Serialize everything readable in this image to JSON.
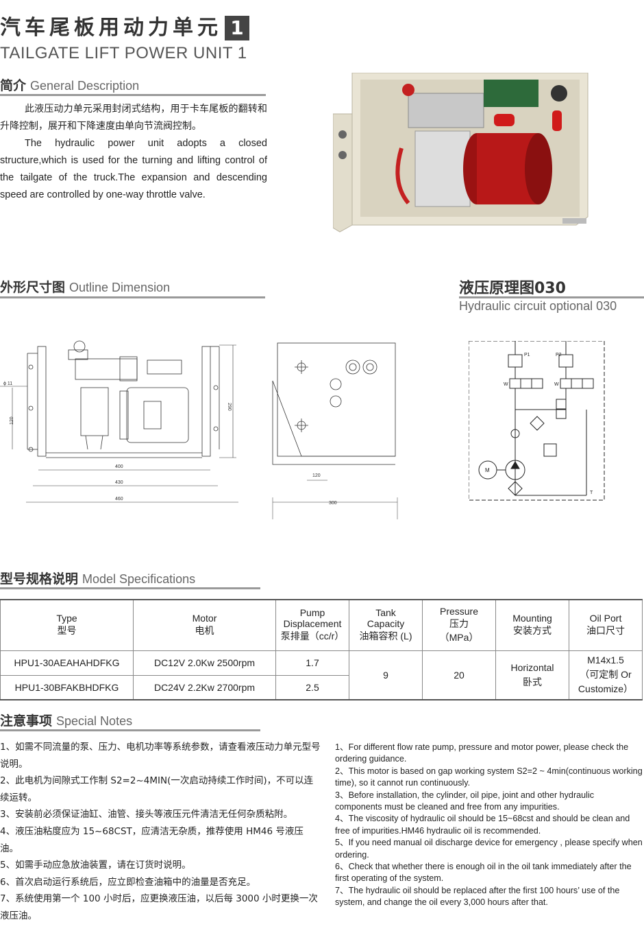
{
  "header": {
    "title_cn": "汽车尾板用动力单元",
    "badge": "1",
    "title_en": "TAILGATE LIFT POWER UNIT 1"
  },
  "general": {
    "title_cn": "简介",
    "title_en": "General Description",
    "text_cn": "此液压动力单元采用封闭式结构，用于卡车尾板的翻转和升降控制，展开和下降速度由单向节流阀控制。",
    "text_en": "The hydraulic power unit adopts a closed structure,which is used for the turning and lifting control of the tailgate of the truck.The expansion and descending speed are controlled by one-way throttle valve."
  },
  "outline": {
    "title_cn": "外形尺寸图",
    "title_en": "Outline Dimension",
    "dims": {
      "d11": "ϕ 11",
      "d120_side": "120",
      "d290": "290",
      "d400": "400",
      "d430": "430",
      "d460": "460",
      "d120_bottom": "120",
      "d300": "300"
    }
  },
  "hydraulic": {
    "title_cn": "液压原理图030",
    "title_en": "Hydraulic circuit optional 030",
    "labels": {
      "p1": "P1",
      "p2": "P2",
      "w": "W",
      "t": "T",
      "m": "M"
    }
  },
  "model": {
    "title_cn": "型号规格说明",
    "title_en": "Model Specifications",
    "headers": {
      "type": [
        "Type",
        "型号"
      ],
      "motor": [
        "Motor",
        "电机"
      ],
      "pump": [
        "Pump",
        "Displacement",
        "泵排量（cc/r）"
      ],
      "tank": [
        "Tank",
        "Capacity",
        "油箱容积 (L)"
      ],
      "pressure": [
        "Pressure",
        "压力",
        "（MPa）"
      ],
      "mounting": [
        "Mounting",
        "安装方式"
      ],
      "port": [
        "Oil Port",
        "油口尺寸"
      ]
    },
    "rows": [
      {
        "type": "HPU1-30AEAHAHDFKG",
        "motor": "DC12V 2.0Kw 2500rpm",
        "pump": "1.7"
      },
      {
        "type": "HPU1-30BFAKBHDFKG",
        "motor": "DC24V 2.2Kw 2700rpm",
        "pump": "2.5"
      }
    ],
    "shared": {
      "tank": "9",
      "pressure": "20",
      "mounting": [
        "Horizontal",
        "卧式"
      ],
      "port": [
        "M14x1.5",
        "（可定制 Or",
        "Customize）"
      ]
    }
  },
  "notes": {
    "title_cn": "注意事项",
    "title_en": "Special Notes",
    "cn": [
      "1、如需不同流量的泵、压力、电机功率等系统参数，请查看液压动力单元型号说明。",
      "2、此电机为间隙式工作制 S2=2~4MIN(一次启动持续工作时间)，不可以连续运转。",
      "3、安装前必须保证油缸、油管、接头等液压元件清洁无任何杂质粘附。",
      "4、液压油粘度应为 15~68CST，应清洁无杂质，推荐使用 HM46 号液压油。",
      "5、如需手动应急放油装置，请在订货时说明。",
      "6、首次启动运行系统后，应立即检查油箱中的油量是否充足。",
      "7、系统使用第一个 100 小时后，应更换液压油，以后每 3000 小时更换一次液压油。"
    ],
    "en": [
      "1、For different flow rate pump, pressure and motor power, please check the ordering guidance.",
      "2、This motor is based on gap working system S2=2 ~ 4min(continuous working time), so it cannot run continuously.",
      "3、Before installation, the cylinder, oil pipe, joint and other hydraulic components must be cleaned and free from any impurities.",
      "4、The viscosity of hydraulic oil should be 15~68cst and should be clean and free of impurities.HM46 hydraulic oil is recommended.",
      "5、If you need manual oil discharge device for emergency , please specify when ordering.",
      "6、Check that whether there is enough oil in the oil tank immediately after the first operating of the system.",
      "7、The hydraulic oil should be replaced after the first 100 hours’ use of the system, and change the oil every 3,000 hours after that."
    ]
  }
}
